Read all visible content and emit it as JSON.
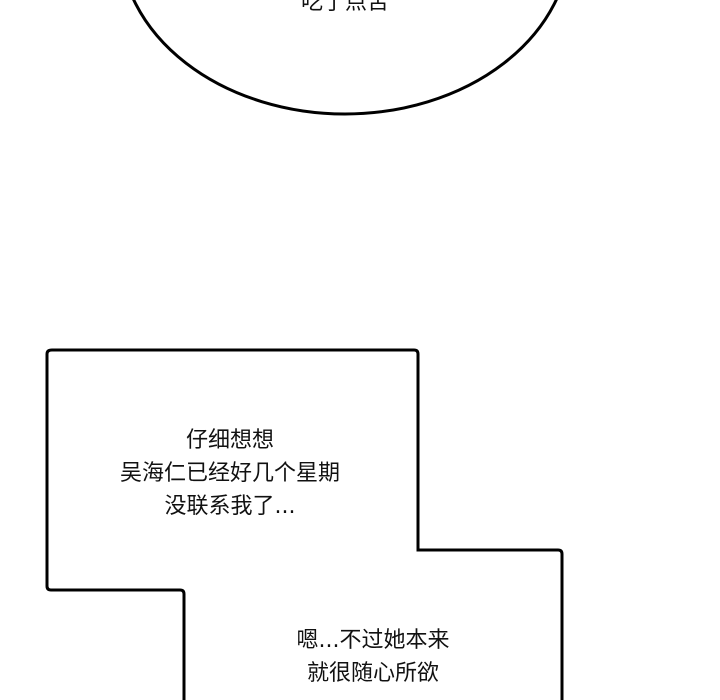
{
  "bubble_top": {
    "text": "吃了点苦"
  },
  "bubble_main": {
    "lines": [
      "仔细想想",
      "吴海仁已经好几个星期",
      "没联系我了..."
    ]
  },
  "bubble_second": {
    "lines": [
      "嗯...不过她本来",
      "就很随心所欲"
    ]
  }
}
